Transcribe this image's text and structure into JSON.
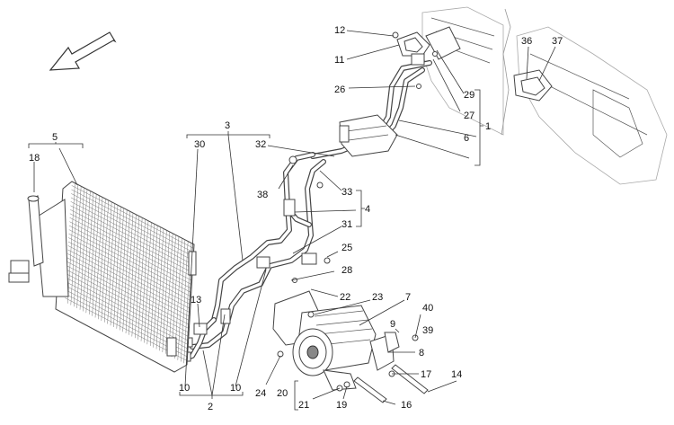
{
  "diagram": {
    "callouts": [
      {
        "id": "c1",
        "label": "1"
      },
      {
        "id": "c2",
        "label": "2"
      },
      {
        "id": "c3",
        "label": "3"
      },
      {
        "id": "c4",
        "label": "4"
      },
      {
        "id": "c5",
        "label": "5"
      },
      {
        "id": "c6",
        "label": "6"
      },
      {
        "id": "c7",
        "label": "7"
      },
      {
        "id": "c8",
        "label": "8"
      },
      {
        "id": "c9",
        "label": "9"
      },
      {
        "id": "c10a",
        "label": "10"
      },
      {
        "id": "c10b",
        "label": "10"
      },
      {
        "id": "c11",
        "label": "11"
      },
      {
        "id": "c12",
        "label": "12"
      },
      {
        "id": "c13",
        "label": "13"
      },
      {
        "id": "c14",
        "label": "14"
      },
      {
        "id": "c16",
        "label": "16"
      },
      {
        "id": "c17",
        "label": "17"
      },
      {
        "id": "c18",
        "label": "18"
      },
      {
        "id": "c19",
        "label": "19"
      },
      {
        "id": "c20",
        "label": "20"
      },
      {
        "id": "c21",
        "label": "21"
      },
      {
        "id": "c22",
        "label": "22"
      },
      {
        "id": "c23",
        "label": "23"
      },
      {
        "id": "c24",
        "label": "24"
      },
      {
        "id": "c25",
        "label": "25"
      },
      {
        "id": "c26",
        "label": "26"
      },
      {
        "id": "c27",
        "label": "27"
      },
      {
        "id": "c28",
        "label": "28"
      },
      {
        "id": "c29",
        "label": "29"
      },
      {
        "id": "c30",
        "label": "30"
      },
      {
        "id": "c31",
        "label": "31"
      },
      {
        "id": "c32",
        "label": "32"
      },
      {
        "id": "c33",
        "label": "33"
      },
      {
        "id": "c36",
        "label": "36"
      },
      {
        "id": "c37",
        "label": "37"
      },
      {
        "id": "c38",
        "label": "38"
      },
      {
        "id": "c39",
        "label": "39"
      },
      {
        "id": "c40",
        "label": "40"
      }
    ]
  }
}
